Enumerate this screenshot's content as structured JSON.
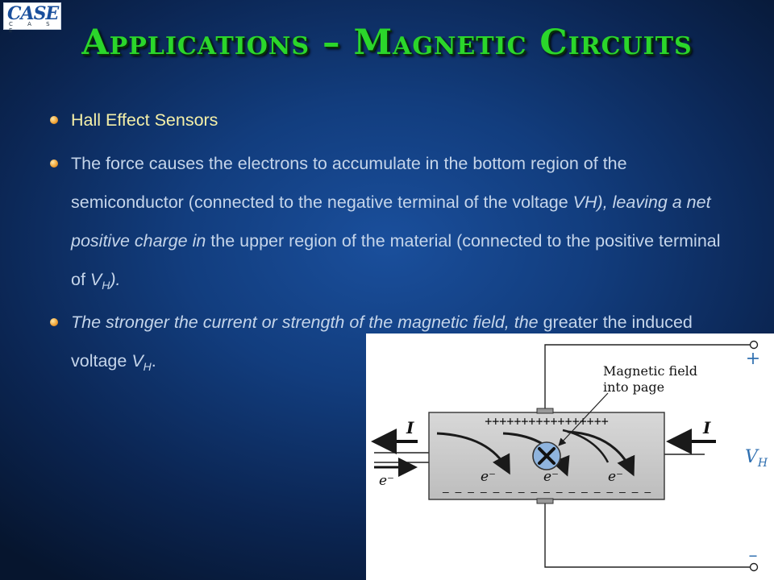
{
  "logo": {
    "text": "CASE",
    "subtext": "C A S E"
  },
  "title": "Applications – Magnetic Circuits",
  "bullets": {
    "b1": "Hall Effect Sensors",
    "b2_a": "The force causes the electrons to accumulate in the bottom region of the semiconductor (connected to the negative terminal of the voltage ",
    "b2_b": "VH), leaving a net positive charge in",
    "b2_c": " the upper region of the material (connected to the positive terminal of ",
    "b2_d": "V",
    "b2_e": "H",
    "b2_f": ").",
    "b3_a": "The stronger the current or strength of the magnetic field, the",
    "b3_b": " greater the induced voltage ",
    "b3_c": "V",
    "b3_d": "H",
    "b3_e": "."
  },
  "figure": {
    "field_label_line1": "Magnetic field",
    "field_label_line2": "into page",
    "current_left": "I",
    "current_right": "I",
    "electron_left": "e⁻",
    "electron_labels": [
      "e⁻",
      "e⁻",
      "e⁻"
    ],
    "plus_signs": "+++++++++++++++++",
    "minus_signs": "– – – – – – – – – – – – – – – – –",
    "voltage_label": "V",
    "voltage_sub": "H",
    "terminal_plus": "+",
    "terminal_minus": "–"
  },
  "colors": {
    "title": "#2bd62b",
    "bullet_first": "#f5f0a8",
    "body_text": "#c5d5ea",
    "diagram_blue": "#2f6fb0"
  }
}
